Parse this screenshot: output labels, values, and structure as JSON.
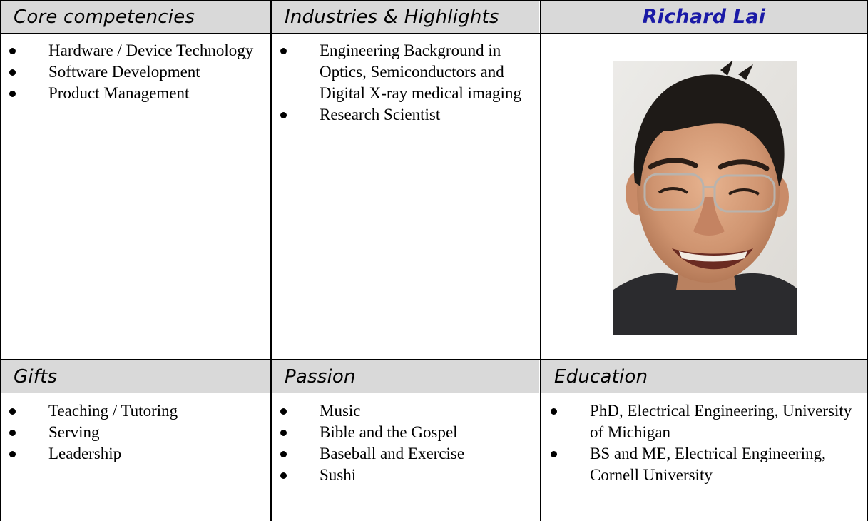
{
  "headers": {
    "core": "Core competencies",
    "industries": "Industries & Highlights",
    "name": "Richard Lai",
    "gifts": "Gifts",
    "passion": "Passion",
    "education": "Education"
  },
  "core_items": [
    "Hardware / Device Technology",
    "Software Development",
    "Product Management"
  ],
  "industries_items": [
    "Engineering Background in Optics, Semiconductors and Digital X-ray medical imaging",
    "Research Scientist"
  ],
  "gifts_items": [
    "Teaching / Tutoring",
    "Serving",
    "Leadership"
  ],
  "passion_items": [
    "Music",
    "Bible and the Gospel",
    "Baseball and Exercise",
    "Sushi"
  ],
  "education_items": [
    "PhD, Electrical Engineering, University of Michigan",
    "BS and ME, Electrical Engineering, Cornell University"
  ],
  "photo": {
    "subject": "portrait-photo",
    "background_color": "#e9e7e4"
  },
  "colors": {
    "header_bg": "#d9d9d9",
    "name_color": "#1a1aa6",
    "text": "#000000"
  }
}
